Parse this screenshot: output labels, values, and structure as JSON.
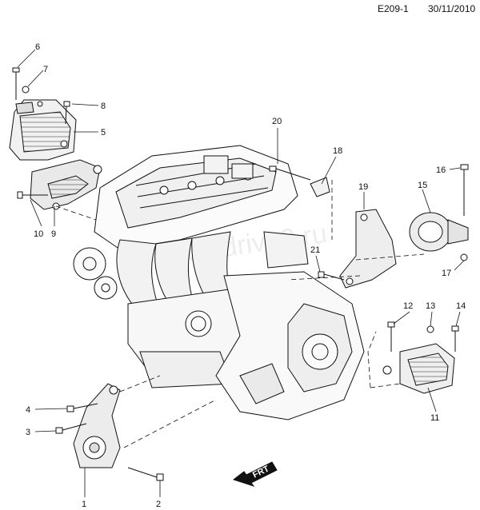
{
  "header": {
    "code": "E209-1",
    "date": "30/11/2010"
  },
  "watermark": "www.drive2.ru",
  "direction_label": "FRT",
  "callouts": [
    "1",
    "2",
    "3",
    "4",
    "5",
    "6",
    "7",
    "8",
    "9",
    "10",
    "11",
    "12",
    "13",
    "14",
    "15",
    "16",
    "17",
    "18",
    "19",
    "20",
    "21"
  ],
  "colors": {
    "line": "#111111",
    "part_fill": "#f4f4f4",
    "shade": "#cfcfcf"
  }
}
